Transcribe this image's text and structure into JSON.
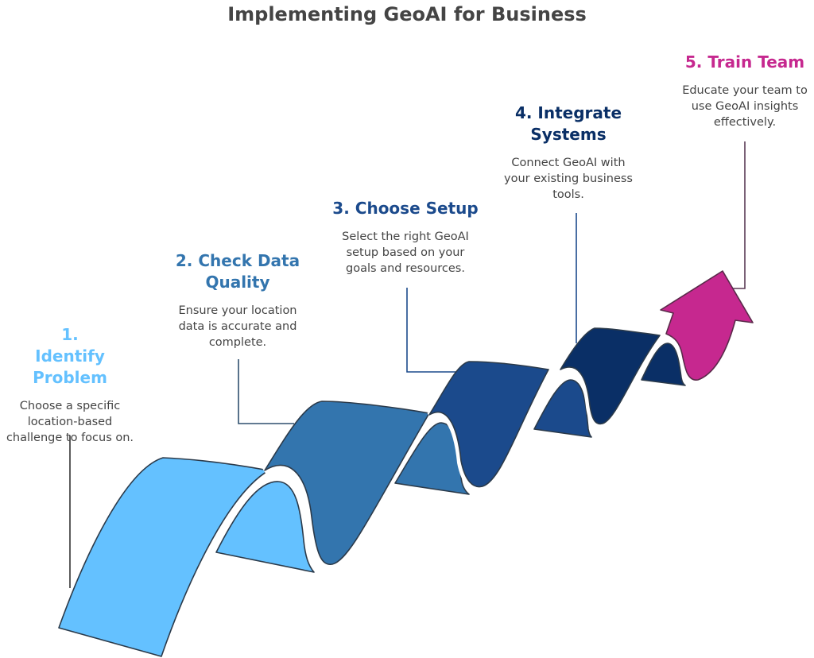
{
  "title": "Implementing GeoAI for Business",
  "steps": [
    {
      "title": "1. Identify Problem",
      "description": "Choose a specific location-based challenge to focus on.",
      "color": "#64C1FF"
    },
    {
      "title": "2. Check Data Quality",
      "description": "Ensure your location data is accurate and complete.",
      "color": "#3375AE"
    },
    {
      "title": "3. Choose Setup",
      "description": "Select the right GeoAI setup based on your goals and resources.",
      "color": "#1B4A8C"
    },
    {
      "title": "4. Integrate Systems",
      "description": "Connect GeoAI with your existing business tools.",
      "color": "#0A2F66"
    },
    {
      "title": "5. Train Team",
      "description": "Educate your team to use GeoAI insights effectively.",
      "color": "#C6288F"
    }
  ]
}
